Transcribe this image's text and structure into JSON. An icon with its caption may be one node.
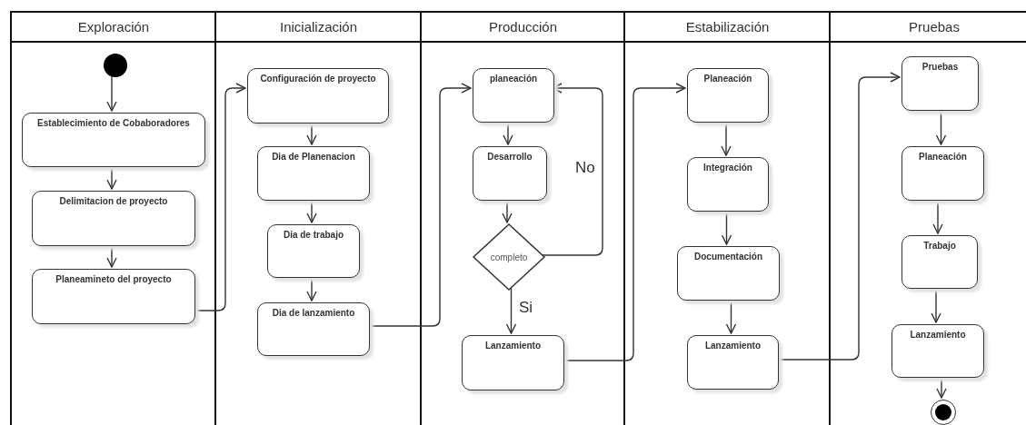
{
  "diagram": {
    "nodes": [
      {
        "text": [
          "Exploración"
        ]
      },
      {
        "text": [
          "Inicialización"
        ]
      },
      {
        "text": [
          "Producción"
        ]
      },
      {
        "text": [
          "Estabilización"
        ]
      },
      {
        "text": [
          "Pruebas"
        ]
      },
      {
        "text": [],
        "shape": "circle",
        "in": 0
      },
      {
        "text": [
          "Establecimiento de Cobaboradores"
        ],
        "in": 0
      },
      {
        "text": [
          "Delimitacion de proyecto"
        ],
        "in": 0
      },
      {
        "text": [
          "Planeamineto del proyecto"
        ],
        "in": 0
      },
      {
        "text": [
          "Configuración de proyecto"
        ],
        "in": 1
      },
      {
        "text": [
          "Dia de Planenacion"
        ],
        "in": 1
      },
      {
        "text": [
          "Dia de trabajo"
        ],
        "in": 1
      },
      {
        "text": [
          "Dia de lanzamiento"
        ],
        "in": 1
      },
      {
        "text": [
          "planeación"
        ],
        "in": 2
      },
      {
        "text": [
          "Desarrollo"
        ],
        "in": 2
      },
      {
        "text": [
          "completo"
        ],
        "in": 2
      },
      {
        "text": [
          "Lanzamiento"
        ],
        "in": 2
      },
      {
        "text": [
          "Planeación"
        ],
        "in": 3
      },
      {
        "text": [
          "Integración"
        ],
        "in": 3
      },
      {
        "text": [
          "Documentación"
        ],
        "in": 3
      },
      {
        "text": [
          "Lanzamiento"
        ],
        "in": 3
      },
      {
        "text": [
          "Pruebas"
        ],
        "in": 4
      },
      {
        "text": [
          "Planeación"
        ],
        "in": 4
      },
      {
        "text": [
          "Trabajo"
        ],
        "in": 4
      },
      {
        "text": [
          "Lanzamiento"
        ],
        "in": 4
      },
      {
        "text": [],
        "shape": "bullseye",
        "in": 4
      }
    ],
    "edges": [
      {
        "from": 5,
        "to": 6,
        "arrow": "to"
      },
      {
        "from": 6,
        "to": 7,
        "arrow": "to"
      },
      {
        "from": 7,
        "to": 8,
        "arrow": "to"
      },
      {
        "from": 8,
        "to": 9,
        "arrow": "to"
      },
      {
        "from": 9,
        "to": 10,
        "arrow": "to"
      },
      {
        "from": 10,
        "to": 11,
        "arrow": "to"
      },
      {
        "from": 11,
        "to": 12,
        "arrow": "to"
      },
      {
        "from": 12,
        "to": 13,
        "arrow": "to"
      },
      {
        "from": 13,
        "to": 14,
        "arrow": "to"
      },
      {
        "from": 14,
        "to": 15,
        "arrow": "to"
      },
      {
        "from": 15,
        "to": 13,
        "arrow": "to",
        "label": "No"
      },
      {
        "from": 15,
        "to": 16,
        "arrow": "to",
        "label": "Si"
      },
      {
        "from": 16,
        "to": 17,
        "arrow": "to"
      },
      {
        "from": 17,
        "to": 18,
        "arrow": "to"
      },
      {
        "from": 18,
        "to": 19,
        "arrow": "to"
      },
      {
        "from": 19,
        "to": 20,
        "arrow": "to"
      },
      {
        "from": 20,
        "to": 21,
        "arrow": "to"
      },
      {
        "from": 21,
        "to": 22,
        "arrow": "to"
      },
      {
        "from": 22,
        "to": 23,
        "arrow": "to"
      },
      {
        "from": 23,
        "to": 24,
        "arrow": "to"
      },
      {
        "from": 24,
        "to": 25,
        "arrow": "to"
      }
    ]
  }
}
